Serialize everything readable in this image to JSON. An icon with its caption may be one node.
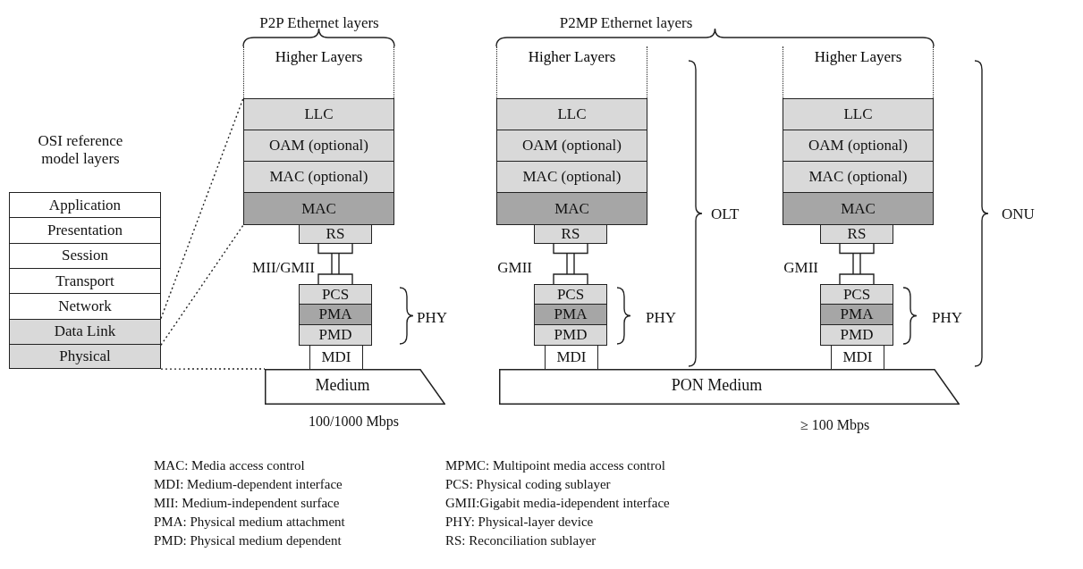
{
  "diagram": {
    "nodes": [
      {
        "text": [
          "Application"
        ]
      },
      {
        "text": [
          "Presentation"
        ]
      },
      {
        "text": [
          "Session"
        ]
      },
      {
        "text": [
          "Transport"
        ]
      },
      {
        "text": [
          "Network"
        ]
      },
      {
        "text": [
          "Data Link"
        ]
      },
      {
        "text": [
          "Physical"
        ]
      },
      {
        "text": [
          "Higher Layers"
        ]
      },
      {
        "text": [
          "LLC"
        ]
      },
      {
        "text": [
          "OAM (optional)"
        ]
      },
      {
        "text": [
          "MAC (optional)"
        ]
      },
      {
        "text": [
          "MAC"
        ]
      },
      {
        "text": [
          "RS"
        ]
      },
      {
        "text": [
          "PCS"
        ]
      },
      {
        "text": [
          "PMA"
        ]
      },
      {
        "text": [
          "PMD"
        ]
      },
      {
        "text": [
          "MDI"
        ]
      },
      {
        "text": [
          "Medium"
        ],
        "beside": [
          "100/1000 Mbps"
        ]
      },
      {
        "text": [
          "Higher Layers"
        ]
      },
      {
        "text": [
          "LLC"
        ]
      },
      {
        "text": [
          "OAM (optional)"
        ]
      },
      {
        "text": [
          "MAC (optional)"
        ]
      },
      {
        "text": [
          "MAC"
        ]
      },
      {
        "text": [
          "RS"
        ]
      },
      {
        "text": [
          "PCS"
        ]
      },
      {
        "text": [
          "PMA"
        ]
      },
      {
        "text": [
          "PMD"
        ]
      },
      {
        "text": [
          "MDI"
        ]
      },
      {
        "text": [
          "Higher Layers"
        ]
      },
      {
        "text": [
          "LLC"
        ]
      },
      {
        "text": [
          "OAM (optional)"
        ]
      },
      {
        "text": [
          "MAC (optional)"
        ]
      },
      {
        "text": [
          "MAC"
        ]
      },
      {
        "text": [
          "RS"
        ]
      },
      {
        "text": [
          "PCS"
        ]
      },
      {
        "text": [
          "PMA"
        ]
      },
      {
        "text": [
          "PMD"
        ]
      },
      {
        "text": [
          "MDI"
        ]
      },
      {
        "text": [
          "PON Medium"
        ],
        "beside": [
          "≥ 100 Mbps"
        ]
      }
    ],
    "edges": [
      {
        "from": 5,
        "to": 8,
        "arrow": "none",
        "style": "dashed"
      },
      {
        "from": 5,
        "to": 11,
        "arrow": "none",
        "style": "dashed"
      },
      {
        "from": 6,
        "to": 17,
        "arrow": "none",
        "style": "dashed"
      },
      {
        "from": 12,
        "to": 13,
        "arrow": "none",
        "label": "MII/GMII"
      },
      {
        "from": 23,
        "to": 24,
        "arrow": "none",
        "label": "GMII"
      },
      {
        "from": 33,
        "to": 34,
        "arrow": "none",
        "label": "GMII"
      }
    ],
    "labels": [
      "P2P Ethernet layers",
      "P2MP Ethernet layers",
      "OSI reference model layers",
      "OLT",
      "ONU",
      "PHY",
      "PHY",
      "PHY",
      "MAC: Media access control",
      "MPMC: Multipoint media access control",
      "MDI: Medium-dependent interface",
      "PCS: Physical coding sublayer",
      "MII: Medium-independent surface",
      "GMII:Gigabit media-idependent interface",
      "PMA: Physical medium attachment",
      "PHY: Physical-layer device",
      "PMD: Physical medium dependent",
      "RS: Reconciliation sublayer"
    ]
  }
}
